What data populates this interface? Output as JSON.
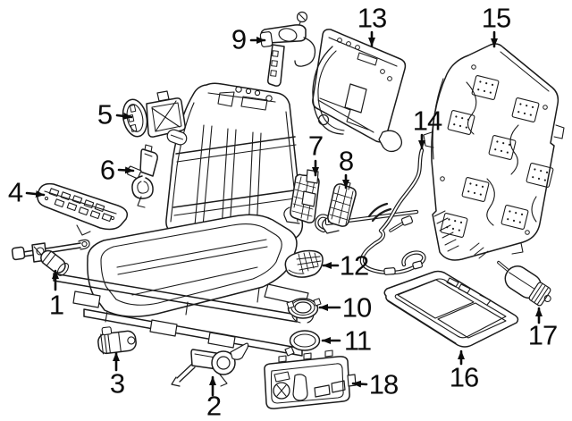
{
  "diagram": {
    "background": "#ffffff",
    "line_color": "#1b1b1b",
    "callouts": [
      {
        "label": "1"
      },
      {
        "label": "2"
      },
      {
        "label": "3"
      },
      {
        "label": "4"
      },
      {
        "label": "5"
      },
      {
        "label": "6"
      },
      {
        "label": "7"
      },
      {
        "label": "8"
      },
      {
        "label": "9"
      },
      {
        "label": "10"
      },
      {
        "label": "11"
      },
      {
        "label": "12"
      },
      {
        "label": "13"
      },
      {
        "label": "14"
      },
      {
        "label": "15"
      },
      {
        "label": "16"
      },
      {
        "label": "17"
      },
      {
        "label": "18"
      }
    ]
  }
}
